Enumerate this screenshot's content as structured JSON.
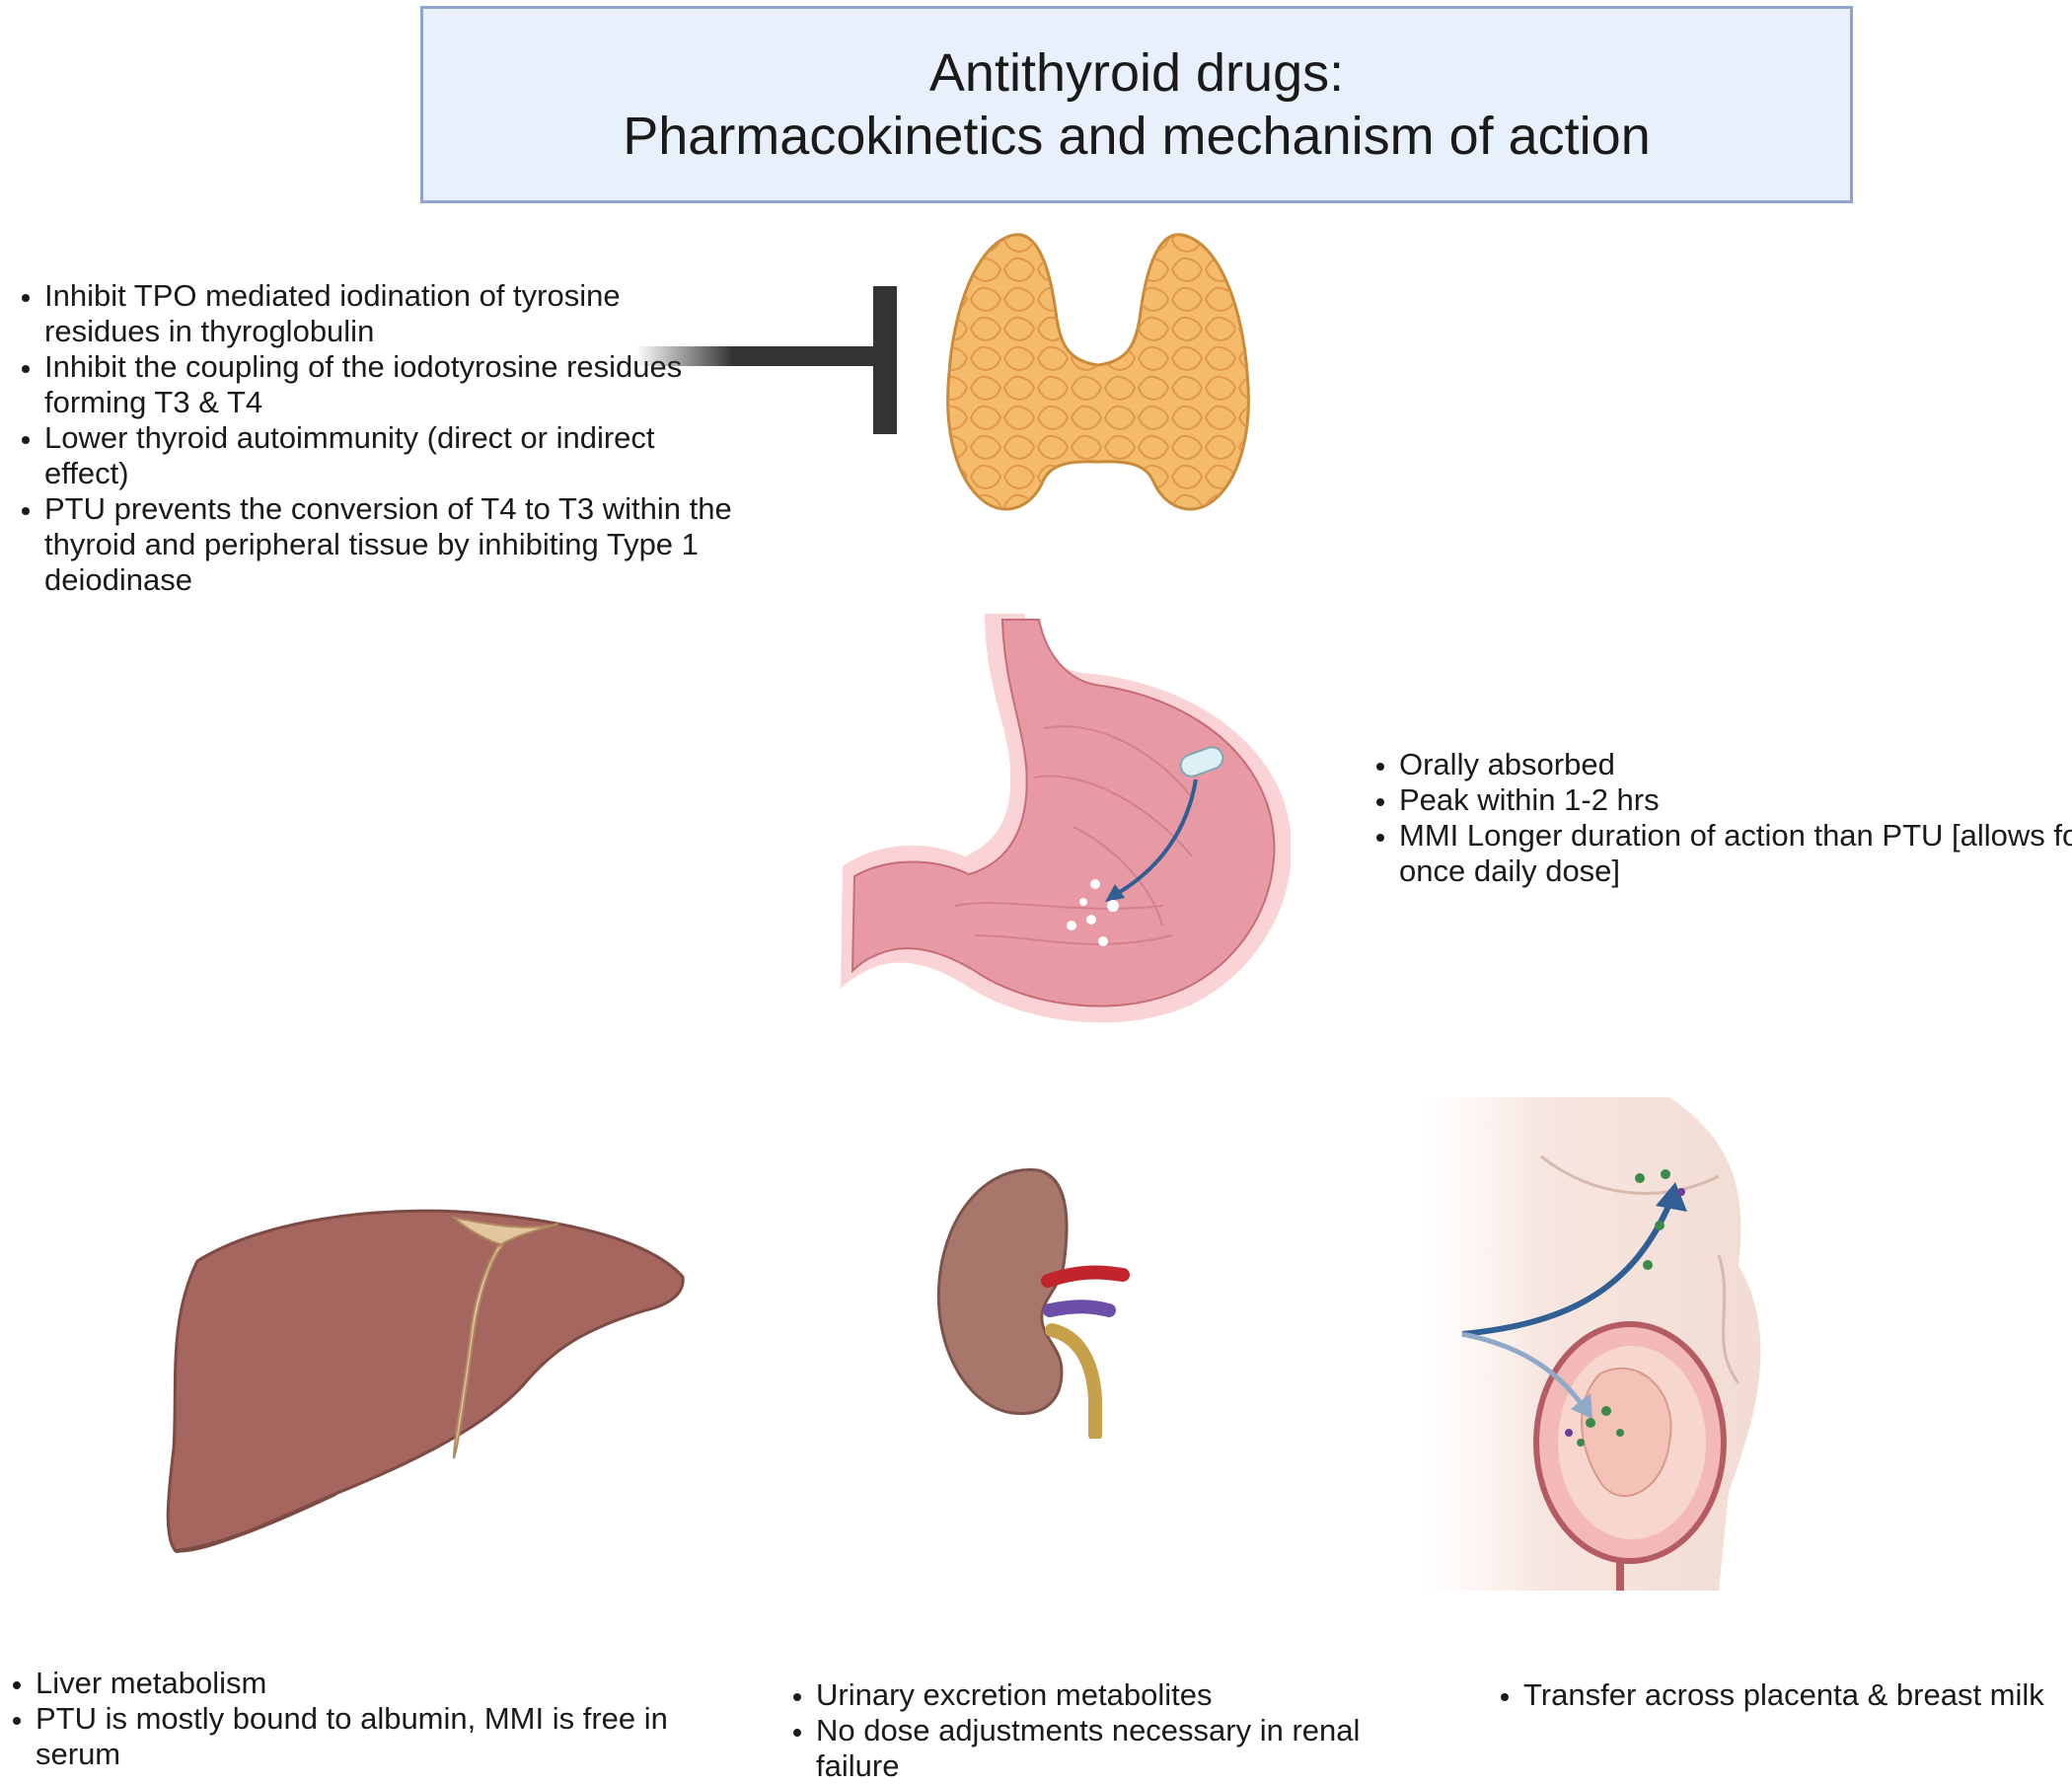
{
  "title": {
    "line1": "Antithyroid drugs:",
    "line2": "Pharmacokinetics and mechanism of action"
  },
  "mechanism": {
    "items": [
      "Inhibit TPO mediated iodination of tyrosine residues in thyroglobulin",
      "Inhibit the coupling of the iodotyrosine residues forming T3 & T4",
      "Lower thyroid autoimmunity (direct or indirect effect)",
      "PTU prevents the conversion of T4 to T3 within the thyroid and peripheral tissue  by inhibiting Type 1 deiodinase"
    ]
  },
  "absorption": {
    "items": [
      "Orally absorbed",
      "Peak within 1-2 hrs",
      "MMI Longer duration of action than PTU [allows for once daily dose]"
    ]
  },
  "liver": {
    "items": [
      "Liver metabolism",
      "PTU is mostly bound to albumin, MMI is free in serum"
    ]
  },
  "kidney": {
    "items": [
      "Urinary excretion metabolites",
      "No dose adjustments necessary in renal failure"
    ]
  },
  "placenta": {
    "items": [
      " Transfer across placenta & breast milk"
    ]
  },
  "icons": {
    "thyroid": "thyroid-gland-icon",
    "stomach": "stomach-icon",
    "liver": "liver-icon",
    "kidney": "kidney-icon",
    "pregnancy": "pregnancy-icon",
    "inhibition": "inhibition-bar-icon"
  },
  "colors": {
    "title_bg": "#e7f0fb",
    "title_border": "#8ea4cf",
    "thyroid": "#f2b668",
    "stomach": "#e9a3ac",
    "liver": "#a4665e",
    "kidney": "#a9766c",
    "arrow": "#2f5f95"
  }
}
